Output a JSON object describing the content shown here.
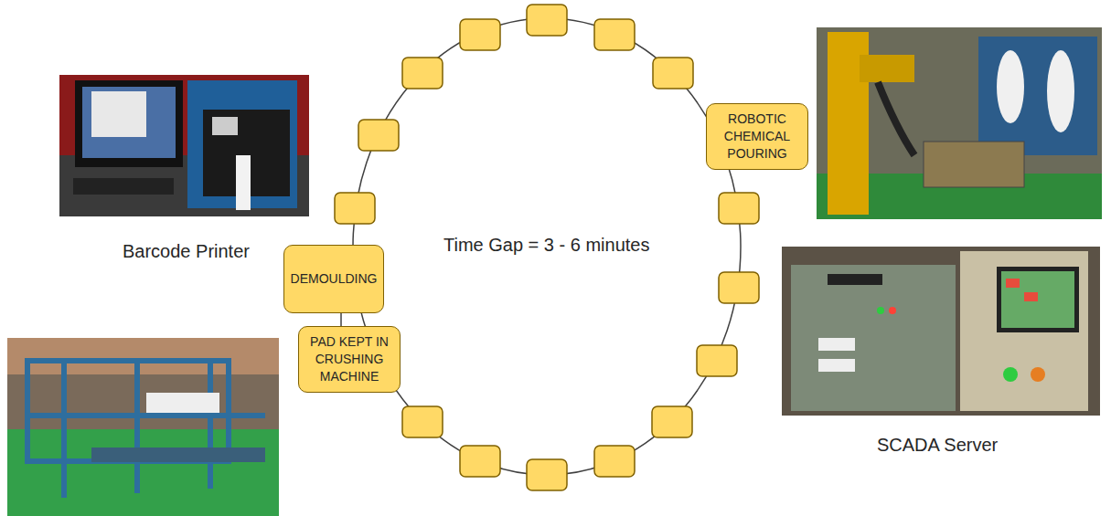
{
  "diagram": {
    "nodes": [
      {
        "text": [
          "ROBOTIC CHEMICAL POURING"
        ]
      },
      {
        "text": [
          "DEMOULDING"
        ]
      },
      {
        "text": [
          "PAD KEPT IN CRUSHING MACHINE"
        ]
      }
    ],
    "edges": [
      {
        "from": 1,
        "to": 2,
        "arrow": "none"
      }
    ],
    "labels": [
      "Time Gap = 3 - 6 minutes",
      "Barcode Printer",
      "SCADA Server"
    ]
  }
}
